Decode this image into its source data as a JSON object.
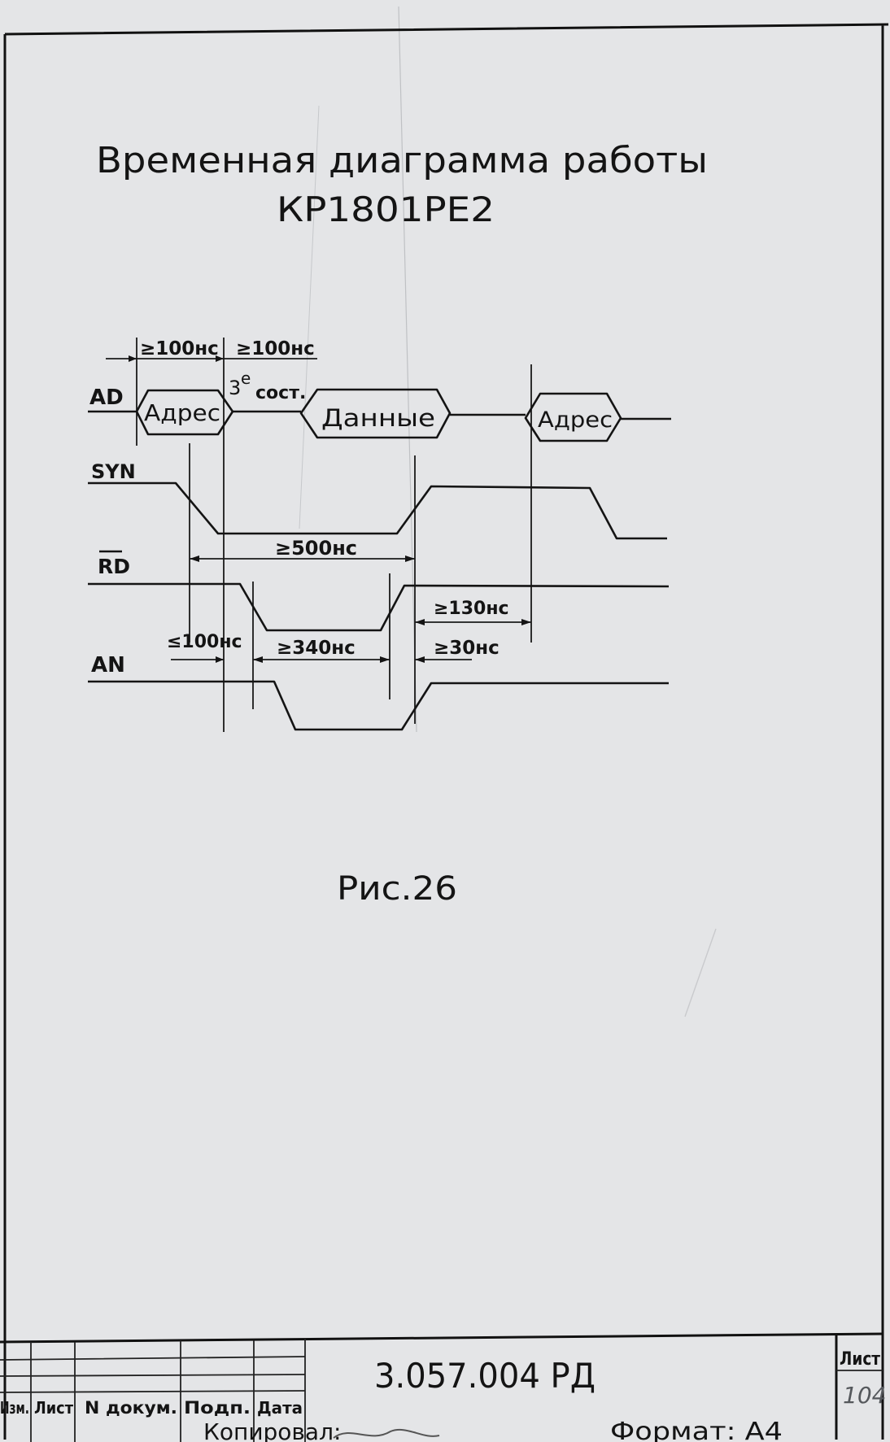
{
  "document": {
    "title_line1": "Временная диаграмма работы",
    "title_line2": "КР1801РЕ2",
    "figure_caption": "Рис.26"
  },
  "signals": {
    "ad": "AD",
    "syn": "SYN",
    "rd": "RD",
    "an": "AN"
  },
  "bus_labels": {
    "address_1": "Адрес",
    "data": "Данные",
    "address_2": "Адрес",
    "third_state_sup": "е",
    "third_state_num": "3",
    "third_state_word": "сост."
  },
  "timings": {
    "t_addr_setup": "≥100нс",
    "t_third_state": "≥100нс",
    "t_syn_hold": "≥500нс",
    "t_an_delay": "≤100нс",
    "t_an_width": "≥340нс",
    "t_rd_syn": "≥130нс",
    "t_an_syn": "≥30нс"
  },
  "title_block": {
    "doc_number": "3.057.004 РД",
    "sheet_label": "Лист",
    "sheet_number": "104",
    "col_izm": "Изм.",
    "col_list": "Лист",
    "col_doc": "N докум.",
    "col_sign": "Подп.",
    "col_date": "Дата",
    "copied_label": "Копировал:",
    "format_label": "Формат: А4"
  }
}
